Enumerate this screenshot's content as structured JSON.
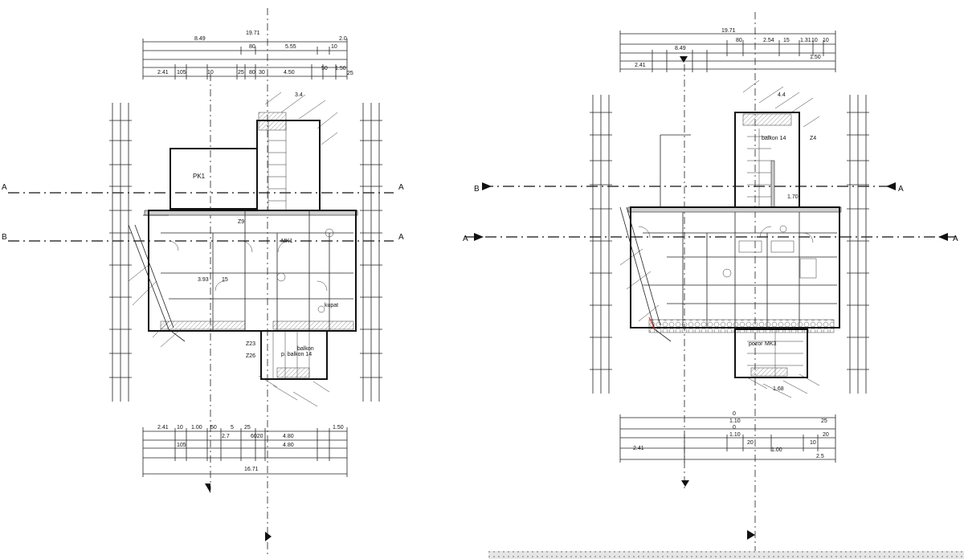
{
  "left_plan": {
    "dims_top": [
      {
        "key": "total",
        "label": "19.71"
      },
      {
        "key": "a",
        "label": "8.49"
      },
      {
        "key": "b",
        "label": "2.0"
      },
      {
        "key": "c",
        "label": "80"
      },
      {
        "key": "d",
        "label": "5.55"
      },
      {
        "key": "e",
        "label": "10"
      },
      {
        "key": "f",
        "label": "2.41"
      },
      {
        "key": "g",
        "label": "105"
      },
      {
        "key": "h",
        "label": "10"
      },
      {
        "key": "i",
        "label": "25"
      },
      {
        "key": "j",
        "label": "80"
      },
      {
        "key": "k",
        "label": "30"
      },
      {
        "key": "l",
        "label": "4.50"
      },
      {
        "key": "m",
        "label": "50"
      },
      {
        "key": "n",
        "label": "1.50"
      },
      {
        "key": "o",
        "label": "25"
      }
    ],
    "dims_bottom": [
      {
        "key": "a",
        "label": "2.41"
      },
      {
        "key": "b",
        "label": "10"
      },
      {
        "key": "c",
        "label": "1.00"
      },
      {
        "key": "d",
        "label": "50"
      },
      {
        "key": "e",
        "label": "5"
      },
      {
        "key": "f",
        "label": "25"
      },
      {
        "key": "g",
        "label": "1.50"
      },
      {
        "key": "h",
        "label": "2.7"
      },
      {
        "key": "i",
        "label": "6020"
      },
      {
        "key": "j",
        "label": "4.80"
      },
      {
        "key": "k",
        "label": "105"
      },
      {
        "key": "l",
        "label": "4.80"
      },
      {
        "key": "m",
        "label": "16.71"
      }
    ],
    "rooms": [
      {
        "key": "pk",
        "label": "PK1"
      },
      {
        "key": "mk",
        "label": "MK1"
      },
      {
        "key": "z9",
        "label": "Z9"
      },
      {
        "key": "z23",
        "label": "Z23"
      },
      {
        "key": "z26",
        "label": "Z26"
      },
      {
        "key": "bp",
        "label": "p. balkon 14"
      },
      {
        "key": "bal",
        "label": "balkon"
      },
      {
        "key": "kup",
        "label": "kupat"
      },
      {
        "key": "d1",
        "label": "3.93"
      },
      {
        "key": "d2",
        "label": "15"
      },
      {
        "key": "d3",
        "label": "3.4"
      }
    ],
    "section_marks": {
      "a": "A",
      "b": "B",
      "up": "A",
      "down": "A"
    }
  },
  "right_plan": {
    "dims_top": [
      {
        "key": "total",
        "label": "19.71"
      },
      {
        "key": "a",
        "label": "8.49"
      },
      {
        "key": "b",
        "label": "80"
      },
      {
        "key": "c",
        "label": "2.54"
      },
      {
        "key": "d",
        "label": "15"
      },
      {
        "key": "e",
        "label": "1.31"
      },
      {
        "key": "f",
        "label": "10"
      },
      {
        "key": "g",
        "label": "10"
      },
      {
        "key": "h",
        "label": "2.41"
      },
      {
        "key": "i",
        "label": "1.50"
      }
    ],
    "dims_bottom": [
      {
        "key": "a",
        "label": "0"
      },
      {
        "key": "b",
        "label": "1.10"
      },
      {
        "key": "c",
        "label": "25"
      },
      {
        "key": "d",
        "label": "0"
      },
      {
        "key": "e",
        "label": "1.10"
      },
      {
        "key": "f",
        "label": "20"
      },
      {
        "key": "g",
        "label": "20"
      },
      {
        "key": "h",
        "label": "1.00"
      },
      {
        "key": "i",
        "label": "10"
      },
      {
        "key": "j",
        "label": "2.41"
      },
      {
        "key": "k",
        "label": "2.5"
      }
    ],
    "rooms": [
      {
        "key": "bal",
        "label": "balkon 14"
      },
      {
        "key": "poz",
        "label": "pozor"
      },
      {
        "key": "mk",
        "label": "MK3"
      },
      {
        "key": "z3",
        "label": "Z4"
      },
      {
        "key": "d1",
        "label": "1.68"
      },
      {
        "key": "d2",
        "label": "1.70"
      },
      {
        "key": "d3",
        "label": "4.4"
      }
    ],
    "section_marks": {
      "a": "B",
      "b": "A",
      "c": "A",
      "d": "A"
    }
  }
}
